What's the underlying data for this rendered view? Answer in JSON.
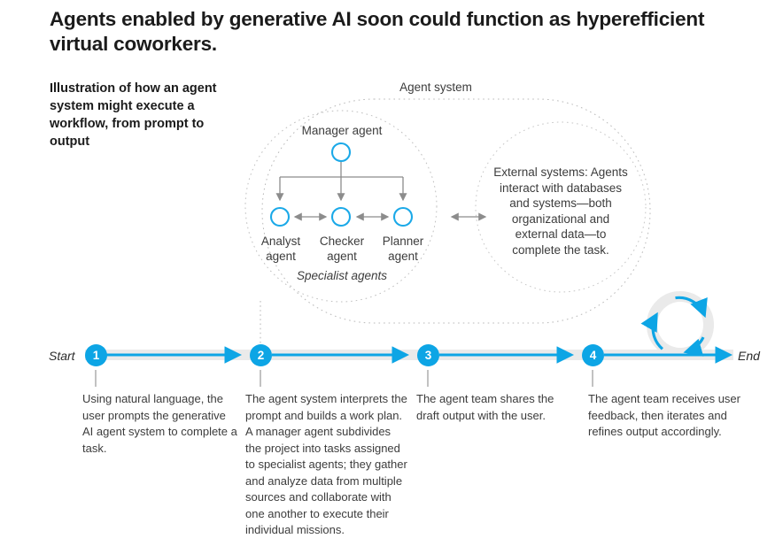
{
  "headline": "Agents enabled by generative AI soon could function as hyperefficient virtual coworkers.",
  "deck": "Illustration of how an agent system might execute a workflow, from prompt to output",
  "colors": {
    "accent_blue": "#0da5e5",
    "node_ring_blue": "#1ba9e8",
    "track_gray": "#e9eaea",
    "arrow_gray": "#8c8c8c",
    "dotted_gray": "#b5b5b5",
    "text_dark": "#1b1b1b",
    "text_body": "#3c3c3c"
  },
  "diagram": {
    "system_label": "Agent system",
    "manager_label": "Manager agent",
    "specialists_label": "Specialist agents",
    "specialists": [
      {
        "label": "Analyst\nagent",
        "name": "analyst-agent"
      },
      {
        "label": "Checker\nagent",
        "name": "checker-agent"
      },
      {
        "label": "Planner\nagent",
        "name": "planner-agent"
      }
    ],
    "specialist_labels": {
      "analyst": "Analyst agent",
      "checker": "Checker agent",
      "planner": "Planner agent"
    },
    "external_systems": "External systems: Agents interact with databases and systems—both organizational and external data—to complete the task."
  },
  "timeline": {
    "start_label": "Start",
    "end_label": "End",
    "steps": [
      {
        "number": "1",
        "text": "Using natural language, the user prompts the generative AI agent system to complete a task."
      },
      {
        "number": "2",
        "text": "The agent system interprets the prompt and builds a work plan. A manager agent subdivides the project into tasks assigned to specialist agents; they gather and analyze data from multiple sources and collaborate with one another to execute their individual missions."
      },
      {
        "number": "3",
        "text": "The agent team shares the draft output with the user."
      },
      {
        "number": "4",
        "text": "The agent team receives user feedback, then iterates and refines output accordingly."
      }
    ],
    "loop_icon": "refresh-cycle-icon"
  }
}
